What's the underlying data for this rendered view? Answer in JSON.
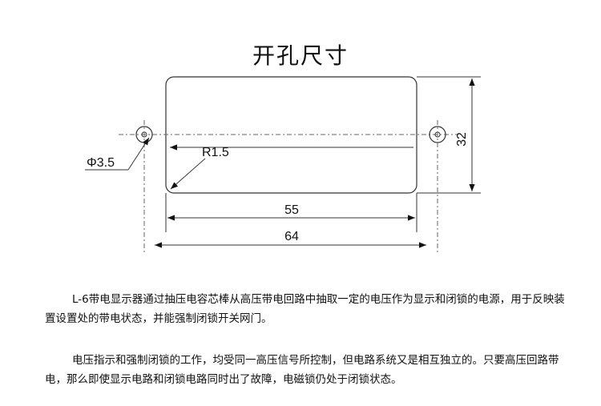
{
  "title": "开孔尺寸",
  "dimensions": {
    "hole_diameter": "Φ3.5",
    "corner_radius": "R1.5",
    "inner_width": "55",
    "outer_width": "64",
    "height": "32"
  },
  "paragraphs": [
    "L-6带电显示器通过抽压电容芯棒从高压带电回路中抽取一定的电压作为显示和闭锁的电源，用于反映装置设置处的带电状态，并能强制闭锁开关网门。",
    "电压指示和强制闭锁的工作，均受同一高压信号所控制，但电路系统又是相互独立的。只要高压回路带电，那么即使显示电路和闭锁电路同时出了故障，电磁锁仍处于闭锁状态。"
  ]
}
